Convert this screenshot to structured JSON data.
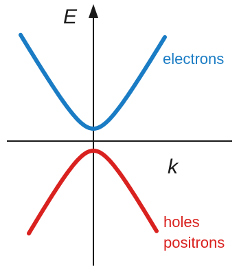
{
  "diagram": {
    "axis_labels": {
      "energy": "E",
      "momentum": "k"
    },
    "bands": {
      "conduction": {
        "label": "electrons",
        "color": "#1a7cc4"
      },
      "valence": {
        "label_lines": [
          "holes",
          "positrons"
        ],
        "color": "#d9221f"
      }
    },
    "axis_color": "#1a1a1a"
  }
}
